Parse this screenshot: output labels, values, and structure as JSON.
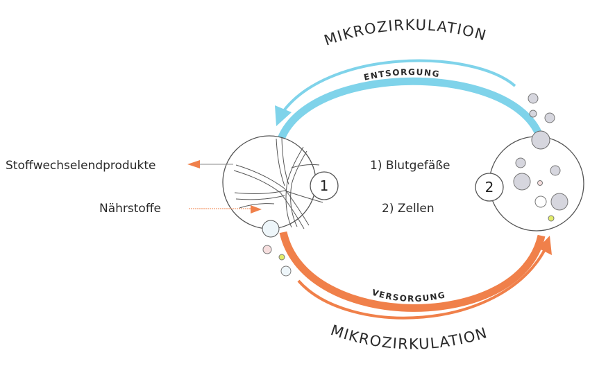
{
  "title_top": "MIKROZIRKULATION",
  "title_bottom": "MIKROZIRKULATION",
  "flow_top": "ENTSORGUNG",
  "flow_bottom": "VERSORGUNG",
  "left_labels": {
    "waste": "Stoffwechselendprodukte",
    "nutrients": "Nährstoffe"
  },
  "legend": {
    "item1": "1) Blutgefäße",
    "item2": "2) Zellen"
  },
  "markers": {
    "one": "1",
    "two": "2"
  },
  "colors": {
    "blue": "#7fd3ea",
    "orange": "#f0804a",
    "cell_gray": "#d6d6de",
    "dot_yellow": "#e2ec6a",
    "dot_pink": "#f6dede"
  }
}
